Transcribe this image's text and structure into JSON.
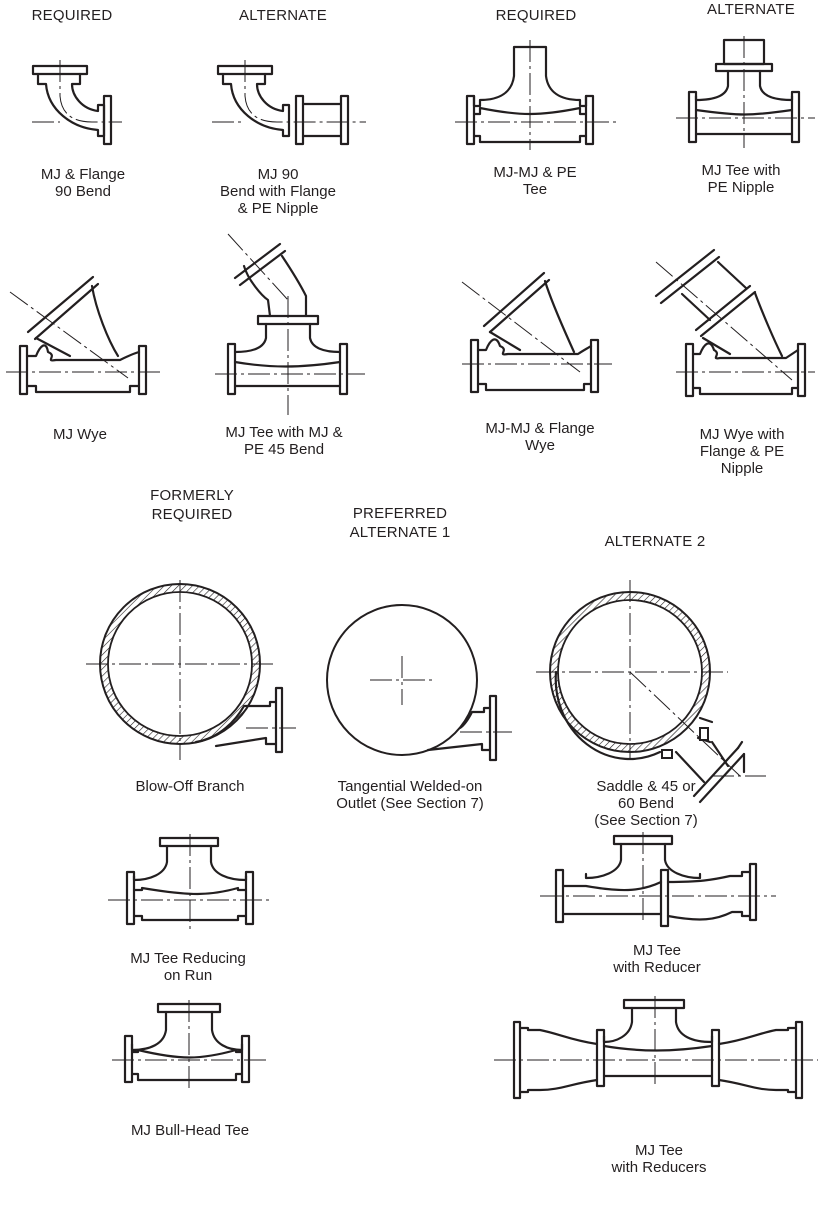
{
  "headers": {
    "h1": "REQUIRED",
    "h2": "ALTERNATE",
    "h3": "REQUIRED",
    "h4": "ALTERNATE",
    "h5": "FORMERLY\nREQUIRED",
    "h6": "PREFERRED\nALTERNATE 1",
    "h7": "ALTERNATE 2"
  },
  "labels": {
    "l1": "MJ & Flange\n90   Bend",
    "l2": "MJ 90\nBend with Flange\n& PE Nipple",
    "l3": "MJ-MJ & PE\nTee",
    "l4": "MJ Tee with\nPE Nipple",
    "l5": "MJ Wye",
    "l6": "MJ Tee with MJ &\nPE 45   Bend",
    "l7": "MJ-MJ & Flange\nWye",
    "l8": "MJ Wye with\nFlange & PE\nNipple",
    "l9": "Blow-Off Branch",
    "l10": "Tangential Welded-on\nOutlet (See Section 7)",
    "l11": "Saddle & 45   or\n60   Bend\n(See Section 7)",
    "l12": "MJ Tee Reducing\non Run",
    "l13": "MJ Tee\nwith Reducer",
    "l14": "MJ Bull-Head Tee",
    "l15": "MJ Tee\nwith Reducers"
  }
}
